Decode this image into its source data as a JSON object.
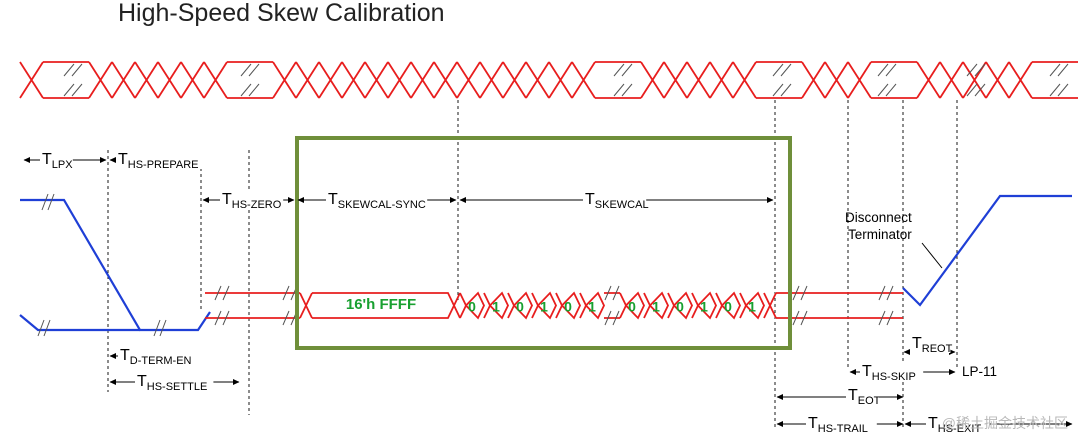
{
  "title": "High-Speed Skew Calibration",
  "colors": {
    "clock": "#e81e1e",
    "data_lane": "#e81e1e",
    "lp_signal": "#1f3fd6",
    "highlight_box": "#6f8f3a",
    "bit_text": "#18a030",
    "marker": "#000000"
  },
  "labels": {
    "tlpx": {
      "main": "T",
      "sub": "LPX"
    },
    "ths_prepare": {
      "main": "T",
      "sub": "HS-PREPARE"
    },
    "ths_zero": {
      "main": "T",
      "sub": "HS-ZERO"
    },
    "tskewcal_sync": {
      "main": "T",
      "sub": "SKEWCAL-SYNC"
    },
    "tskewcal": {
      "main": "T",
      "sub": "SKEWCAL"
    },
    "td_term_en": {
      "main": "T",
      "sub": "D-TERM-EN"
    },
    "ths_settle": {
      "main": "T",
      "sub": "HS-SETTLE"
    },
    "treot": {
      "main": "T",
      "sub": "REOT"
    },
    "ths_skip": {
      "main": "T",
      "sub": "HS-SKIP"
    },
    "teot": {
      "main": "T",
      "sub": "EOT"
    },
    "ths_trail": {
      "main": "T",
      "sub": "HS-TRAIL"
    },
    "ths_exit": {
      "main": "T",
      "sub": "HS-EXIT"
    },
    "lp11": "LP-11",
    "disconnect_1": "Disconnect",
    "disconnect_2": "Terminator",
    "sync_word": "16'h FFFF"
  },
  "bit_pattern": [
    "0",
    "1",
    "0",
    "1",
    "0",
    "1",
    "0",
    "1",
    "0",
    "1",
    "0",
    "1"
  ],
  "watermark": "@稀土掘金技术社区"
}
